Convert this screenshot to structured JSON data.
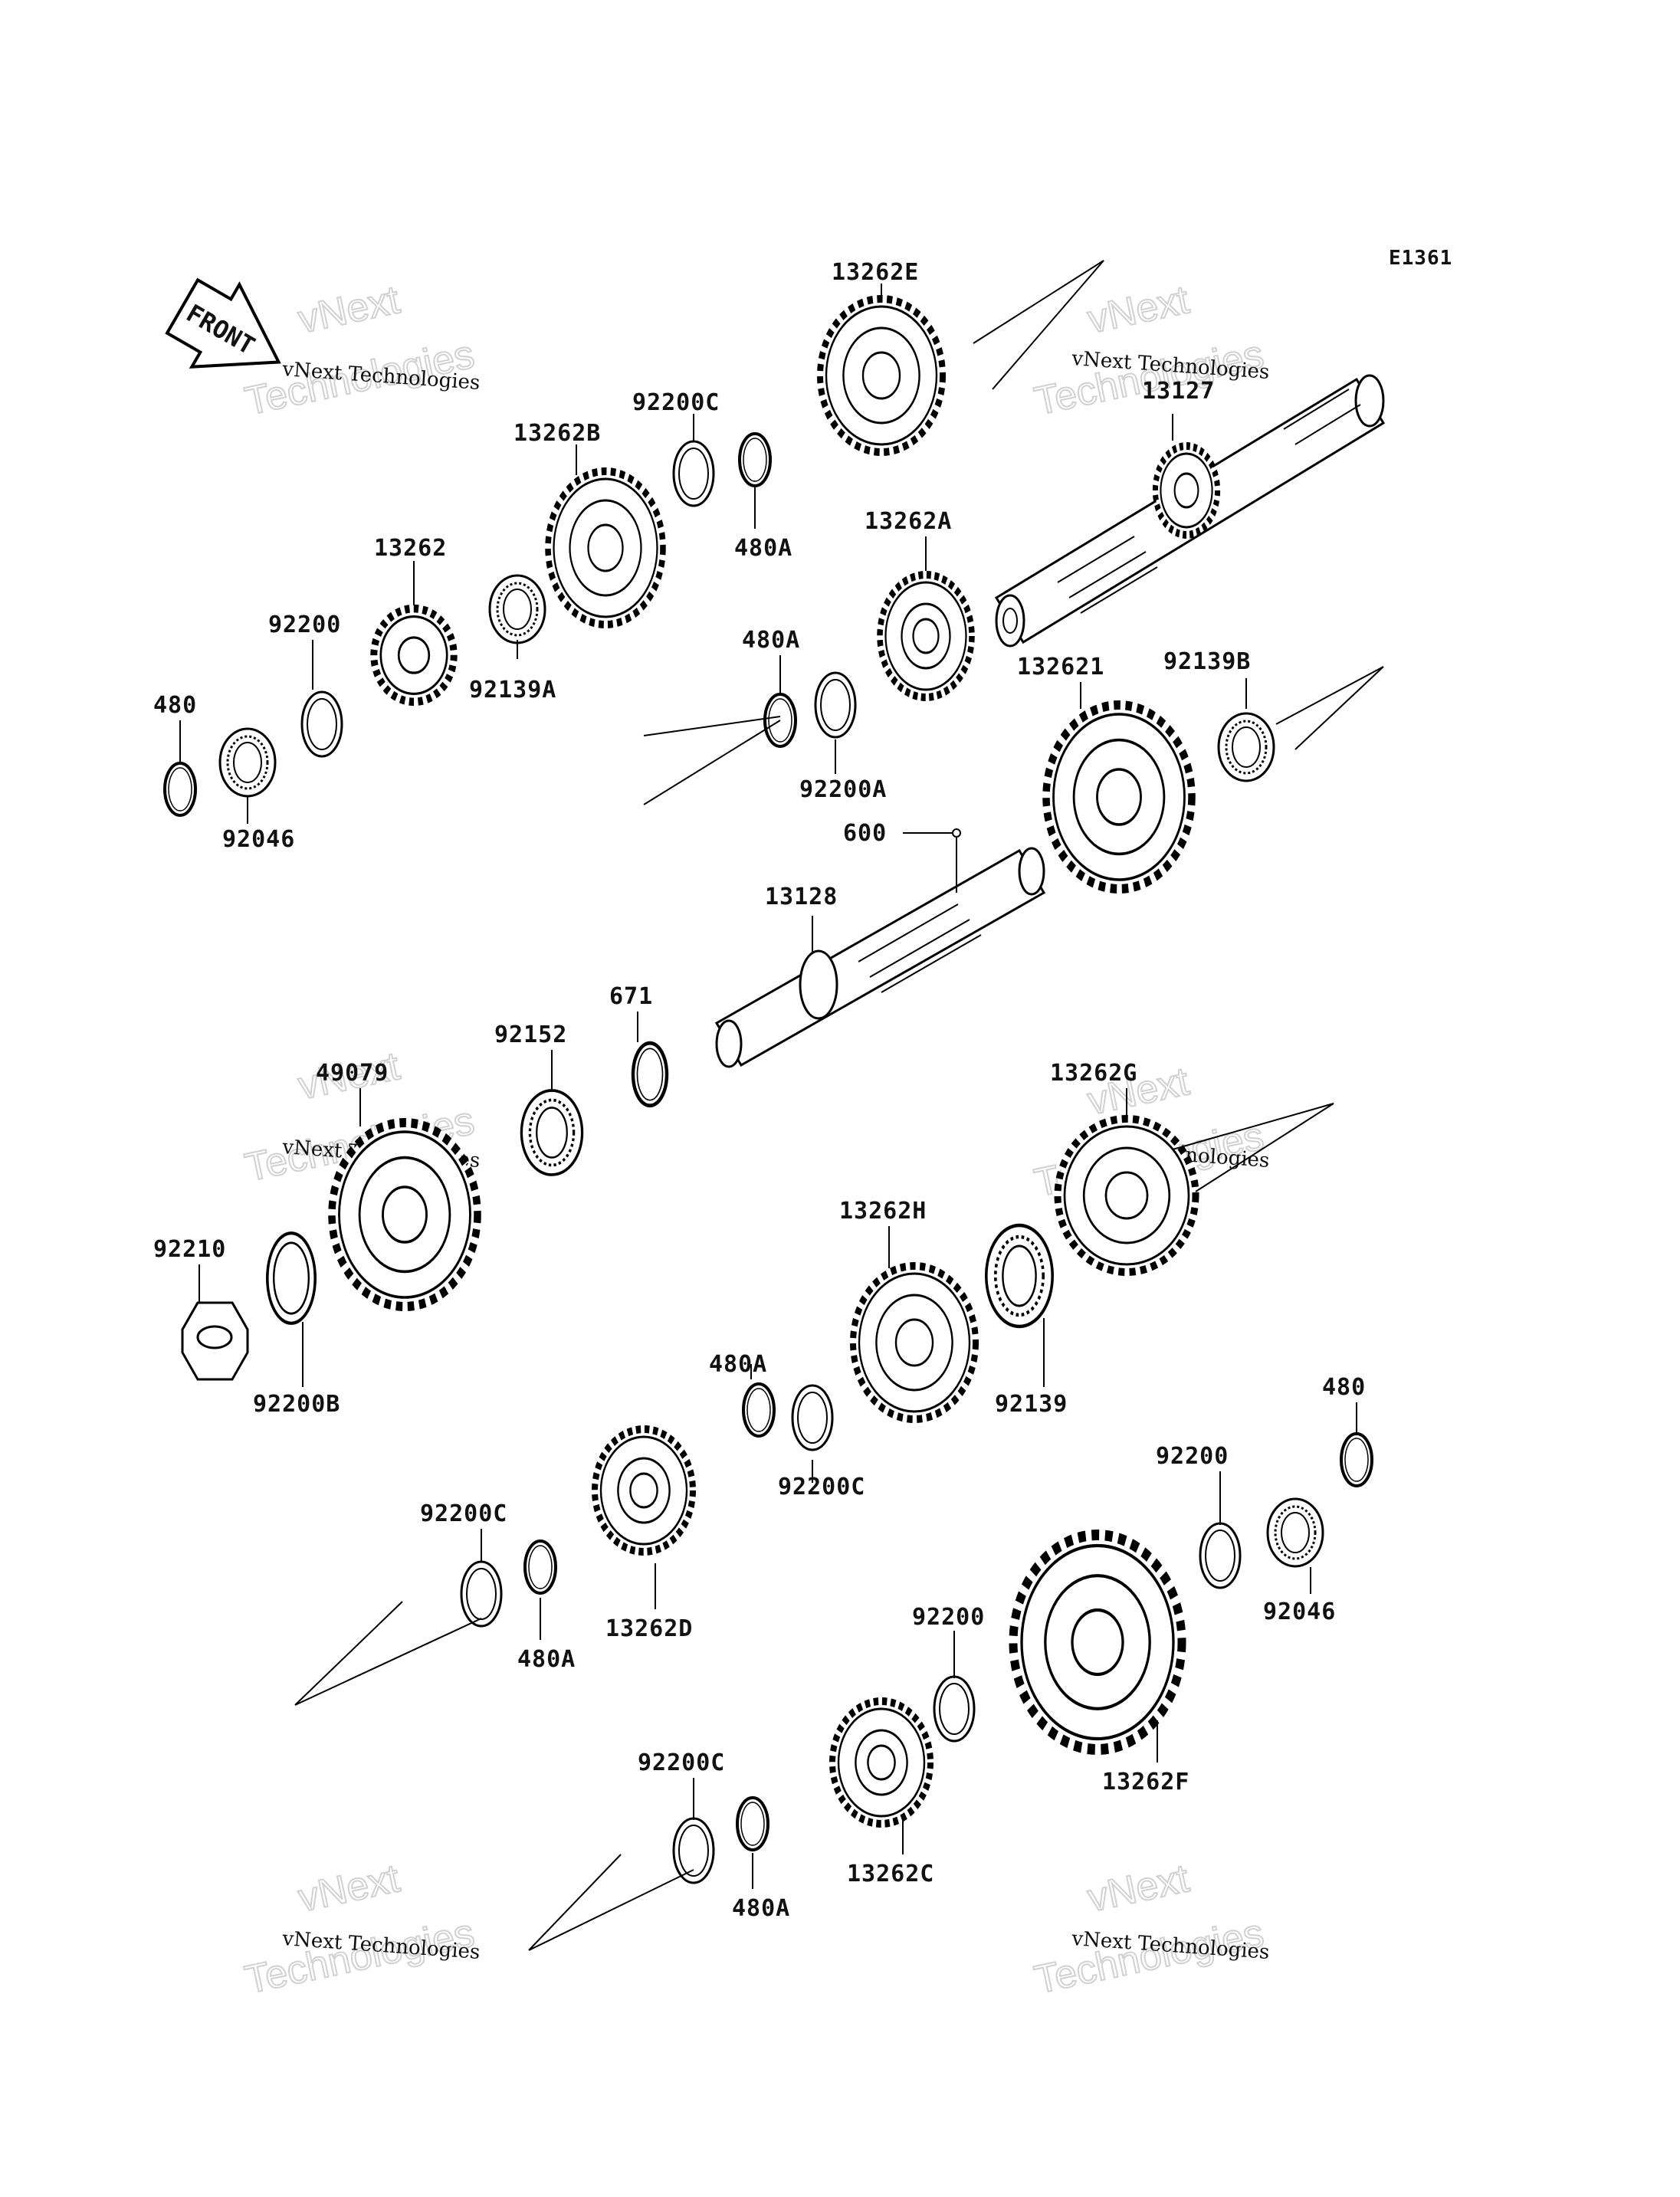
{
  "diagram_code": "E1361",
  "front_label": "FRONT",
  "watermark": {
    "line1": "vNext",
    "line2": "vNext Technologies",
    "line3": "Technologies"
  },
  "parts": [
    "13262E",
    "13127",
    "92200C",
    "13262B",
    "480A",
    "13262",
    "92200",
    "92139A",
    "13262A",
    "480A",
    "480",
    "92046",
    "92200A",
    "132621",
    "92139B",
    "600",
    "13128",
    "671",
    "92152",
    "49079",
    "13262G",
    "13262H",
    "92210",
    "92200B",
    "92139",
    "480A",
    "92200C",
    "480",
    "92200C",
    "92200",
    "92046",
    "480A",
    "13262D",
    "92200",
    "13262F",
    "92200C",
    "480A",
    "13262C"
  ]
}
